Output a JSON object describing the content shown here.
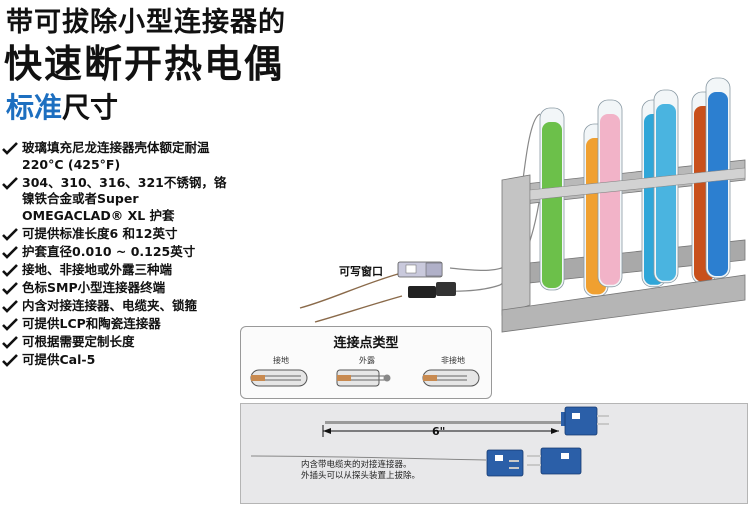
{
  "header": {
    "title_line1": "带可拔除小型连接器的",
    "title_line2": "快速断开热电偶",
    "title_line3_blue": "标准",
    "title_line3_black": "尺寸"
  },
  "features": [
    "玻璃填充尼龙连接器壳体额定耐温220°C (425°F)",
    "304、310、316、321不锈钢，铬镍铁合金或者Super OMEGACLAD® XL 护套",
    "可提供标准长度6 和12英寸",
    "护套直径0.010 ~ 0.125英寸",
    "接地、非接地或外露三种端",
    "色标SMP小型连接器终端",
    "内含对接连接器、电缆夹、锁箍",
    "可提供LCP和陶瓷连接器",
    "可根据需要定制长度",
    "可提供Cal-5"
  ],
  "illustration": {
    "window_label": "可写窗口",
    "tube_colors": [
      "#6cc04a",
      "#f0a030",
      "#f2b3c8",
      "#2fa6d8",
      "#4ab4e0",
      "#c8501c",
      "#2c7fd0"
    ]
  },
  "junction_types": {
    "title": "连接点类型",
    "items": [
      "接地",
      "外露",
      "非接地"
    ]
  },
  "photo": {
    "length_label": "6\"",
    "caption_line1": "内含带电缆夹的对接连接器。",
    "caption_line2": "外插头可以从探头装置上拔除。"
  },
  "colors": {
    "accent_blue": "#1d6fc0",
    "connector_blue": "#2b5fa8"
  }
}
